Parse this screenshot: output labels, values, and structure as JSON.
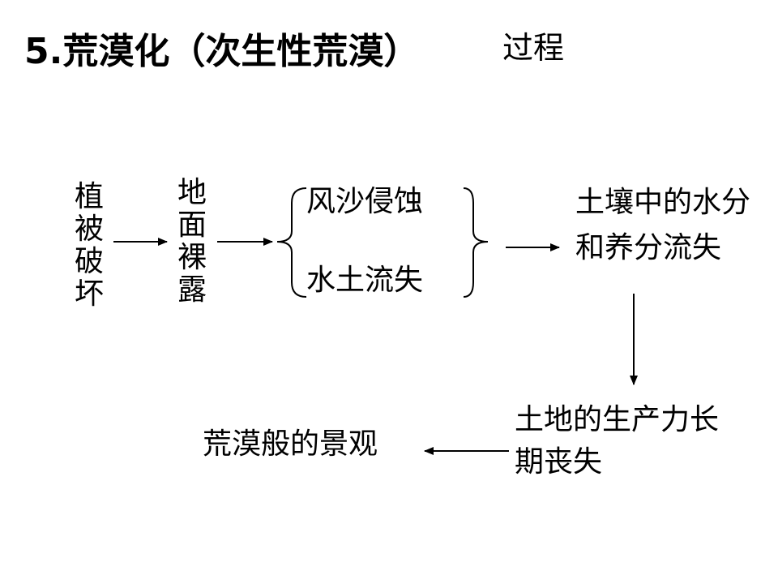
{
  "slide": {
    "title": "5.荒漠化（次生性荒漠）",
    "title_suffix": "过程"
  },
  "flow": {
    "vegetation_damage": "植被破坏",
    "bare_ground": "地面裸露",
    "wind_erosion": "风沙侵蚀",
    "soil_erosion": "水土流失",
    "nutrient_loss": "土壤中的水分和养分流失",
    "productivity_loss": "土地的生产力长期丧失",
    "desert_landscape": "荒漠般的景观"
  }
}
